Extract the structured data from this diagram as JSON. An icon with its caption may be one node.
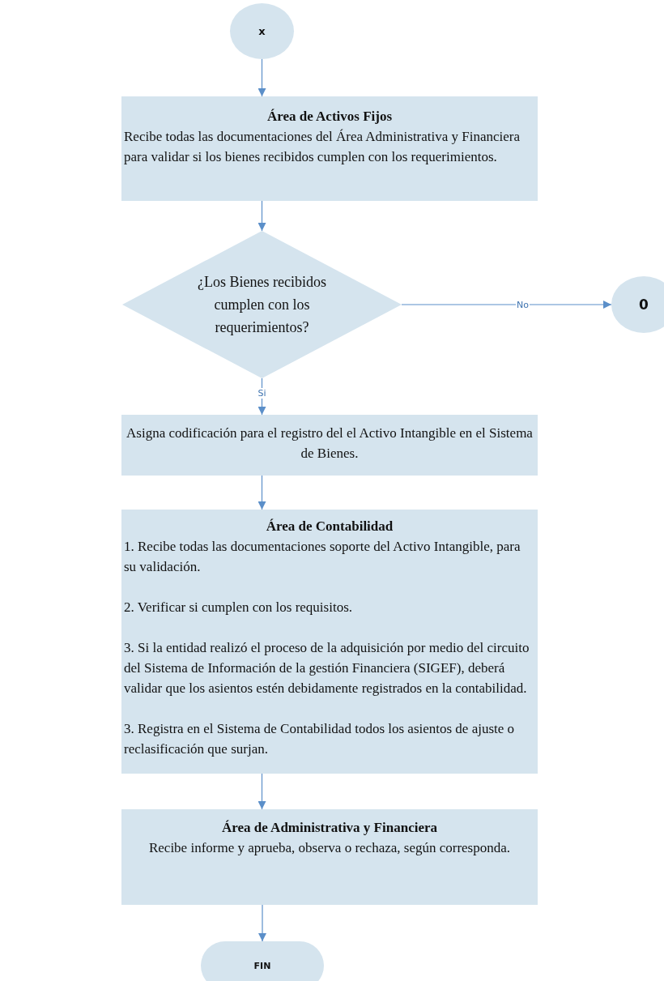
{
  "diagram": {
    "nodes": [
      {
        "text": [
          "x"
        ]
      },
      {
        "text": [
          "Área de Activos Fijos",
          "Recibe todas las documentaciones del Área Administrativa y Financiera para validar si los bienes recibidos cumplen con los requerimientos."
        ]
      },
      {
        "text": [
          "¿Los Bienes recibidos cumplen con los requerimientos?"
        ]
      },
      {
        "text": [
          "0"
        ]
      },
      {
        "text": [
          "Asigna codificación para el registro del el Activo Intangible en el Sistema de Bienes."
        ]
      },
      {
        "text": [
          "Área de Contabilidad",
          "1. Recibe todas las documentaciones soporte del Activo Intangible, para su validación.",
          "2. Verificar si cumplen con los requisitos.",
          "3. Si la entidad realizó el proceso de la adquisición por medio del circuito del Sistema de Información de la gestión Financiera (SIGEF), deberá validar que los asientos estén debidamente registrados en la contabilidad.",
          "3. Registra en el Sistema de Contabilidad todos los asientos de ajuste o reclasificación que surjan."
        ]
      },
      {
        "text": [
          "Área de Administrativa y Financiera",
          "Recibe informe y aprueba, observa o rechaza, según corresponda."
        ]
      },
      {
        "text": [
          "FIN"
        ]
      }
    ],
    "edges": [
      {
        "from": 0,
        "to": 1,
        "arrow": "to"
      },
      {
        "from": 1,
        "to": 2,
        "arrow": "to"
      },
      {
        "from": 2,
        "to": 3,
        "arrow": "to",
        "label": "No"
      },
      {
        "from": 2,
        "to": 4,
        "arrow": "to",
        "label": "Si"
      },
      {
        "from": 4,
        "to": 5,
        "arrow": "to"
      },
      {
        "from": 5,
        "to": 6,
        "arrow": "to"
      },
      {
        "from": 6,
        "to": 7,
        "arrow": "to"
      }
    ]
  }
}
